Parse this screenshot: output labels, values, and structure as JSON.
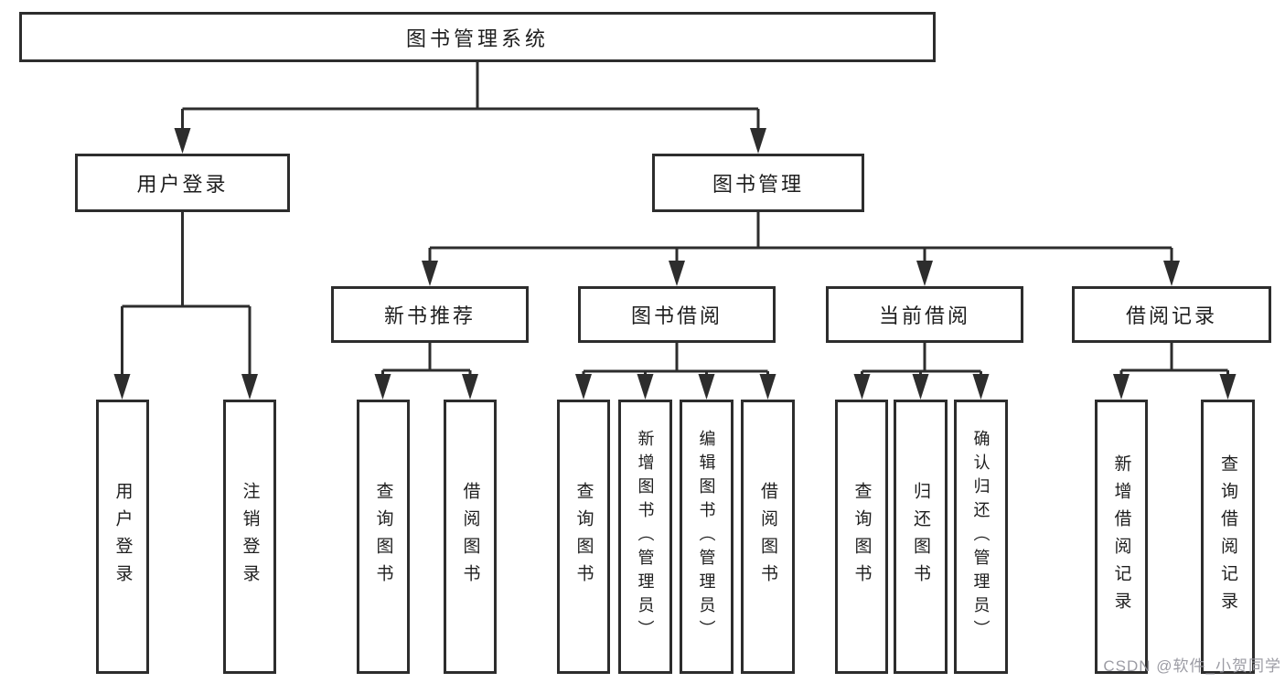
{
  "diagram_type": "functional-structure-tree",
  "tree": {
    "label": "图书管理系统",
    "children": [
      {
        "label": "用户登录",
        "children": [
          {
            "label": "用户登录"
          },
          {
            "label": "注销登录"
          }
        ]
      },
      {
        "label": "图书管理",
        "children": [
          {
            "label": "新书推荐",
            "children": [
              {
                "label": "查询图书"
              },
              {
                "label": "借阅图书"
              }
            ]
          },
          {
            "label": "图书借阅",
            "children": [
              {
                "label": "查询图书"
              },
              {
                "label": "新增图书（管理员）"
              },
              {
                "label": "编辑图书（管理员）"
              },
              {
                "label": "借阅图书"
              }
            ]
          },
          {
            "label": "当前借阅",
            "children": [
              {
                "label": "查询图书"
              },
              {
                "label": "归还图书"
              },
              {
                "label": "确认归还（管理员）"
              }
            ]
          },
          {
            "label": "借阅记录",
            "children": [
              {
                "label": "新增借阅记录"
              },
              {
                "label": "查询借阅记录"
              }
            ]
          }
        ]
      }
    ]
  },
  "watermark": {
    "text": "CSDN @软件_小贺同学"
  },
  "colors": {
    "line": "#2d2d2d",
    "box_border": "#2d2d2d",
    "box_fill": "#ffffff",
    "text": "#1e1e1e",
    "watermark": "#9494 9c"
  }
}
